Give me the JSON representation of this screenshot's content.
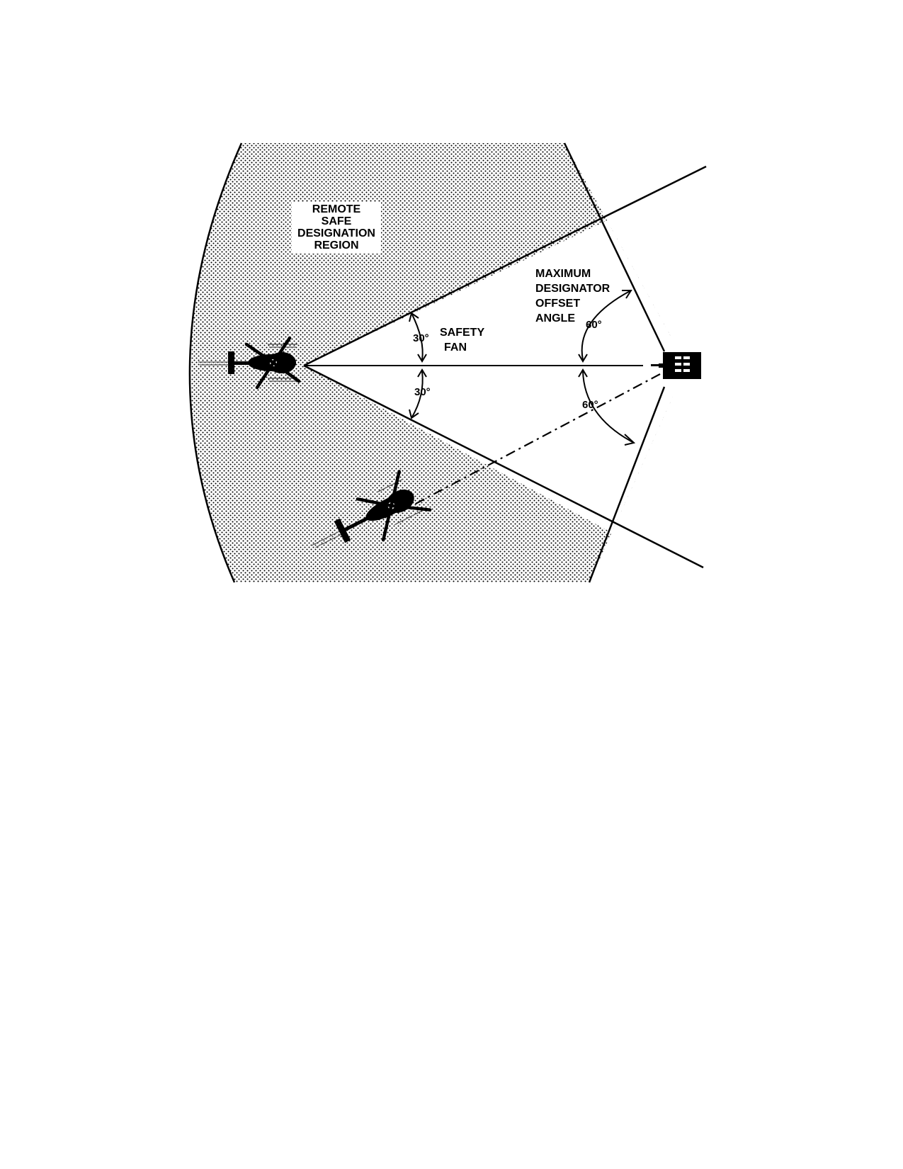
{
  "labels": {
    "region": [
      "REMOTE",
      "SAFE",
      "DESIGNATION",
      "REGION"
    ],
    "safety_fan": [
      "SAFETY",
      "FAN"
    ],
    "offset": [
      "MAXIMUM",
      "DESIGNATOR",
      "OFFSET",
      "ANGLE"
    ]
  },
  "angles": {
    "fan_upper": "30°",
    "fan_lower": "30°",
    "offset_upper": "60°",
    "offset_lower": "60°"
  },
  "colors": {
    "ink": "#000000",
    "background": "#ffffff",
    "stipple": "#000000"
  },
  "icons": [
    "helicopter-icon",
    "helicopter-icon",
    "target-vehicle-icon"
  ]
}
